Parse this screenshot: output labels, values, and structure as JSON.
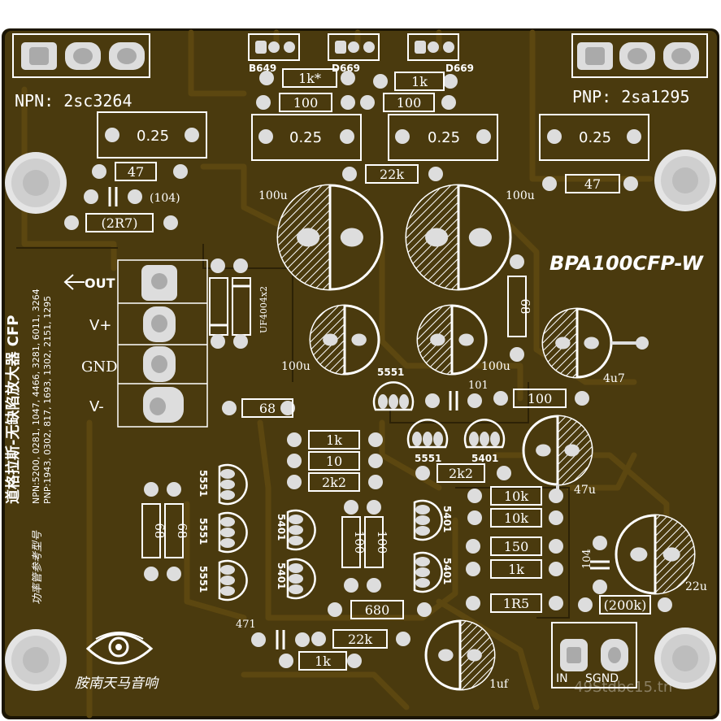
{
  "board": {
    "model": "BPA100CFP-W",
    "brand": "胺南天马音响",
    "colors": {
      "board": "#4a3a0e",
      "silk": "#ffffff",
      "trace": "#5c4710",
      "pad": "#dcdcdc",
      "edge": "#1b1503"
    }
  },
  "headings": {
    "npn": "NPN: 2sc3264",
    "pnp": "PNP: 2sa1295",
    "title_vertical": "道格拉斯-无缺陷放大器 CFP",
    "ref_npn": "NPN:5200, 0281, 1047, 4466, 3281, 6011, 3264",
    "ref_pnp": "PNP:1943, 0302, 817, 1693, 1302, 2151, 1295",
    "ref_note": "功率管参考型号"
  },
  "connectors": {
    "output": {
      "out": "OUT",
      "vplus": "V+",
      "gnd": "GND",
      "vminus": "V-"
    },
    "input": {
      "in": "IN",
      "sgnd": "SGND"
    }
  },
  "transistor_labels": {
    "b649": "B649",
    "d669a": "D669",
    "d669b": "D669"
  },
  "components": {
    "r_1k_star": "1k*",
    "r_1k_top": "1k",
    "r_100_a": "100",
    "r_100_b": "100",
    "r_025_a": "0.25",
    "r_025_b": "0.25",
    "r_025_c": "0.25",
    "r_025_d": "0.25",
    "r_47_l": "47",
    "r_47_r": "47",
    "r_22k_top": "22k",
    "c_104_l": "(104)",
    "r_2r7": "(2R7)",
    "c_100u_tl": "100u",
    "c_100u_tr": "100u",
    "c_100u_ml": "100u",
    "c_100u_mr": "100u",
    "diodes": "UF4004x2",
    "r_68_v": "68",
    "c_4u7": "4u7",
    "q_5551_top": "5551",
    "c_101": "101",
    "r_100_mid": "100",
    "r_68_h": "68",
    "r_1k_mid": "1k",
    "r_10": "10",
    "r_2k2_l": "2k2",
    "q_5551_mid": "5551",
    "q_5401_mid": "5401",
    "r_2k2_r": "2k2",
    "c_47u": "47u",
    "r_10k_a": "10k",
    "r_10k_b": "10k",
    "r_150": "150",
    "r_1k_r": "1k",
    "c_104_r": "104",
    "c_22u": "22u",
    "r_1r5": "1R5",
    "r_200k": "(200k)",
    "r_68_va": "68",
    "r_68_vb": "68",
    "q_5551_a": "5551",
    "q_5551_b": "5551",
    "q_5551_c": "5551",
    "q_5401_a": "5401",
    "q_5401_b": "5401",
    "q_5401_c": "5401",
    "q_5401_d": "5401",
    "r_100_va": "100",
    "r_100_vb": "100",
    "r_680": "680",
    "c_471": "471",
    "r_22k_bot": "22k",
    "r_1k_bot": "1k",
    "c_1uf": "1uf"
  },
  "watermark": "49Stdbc15.tn"
}
